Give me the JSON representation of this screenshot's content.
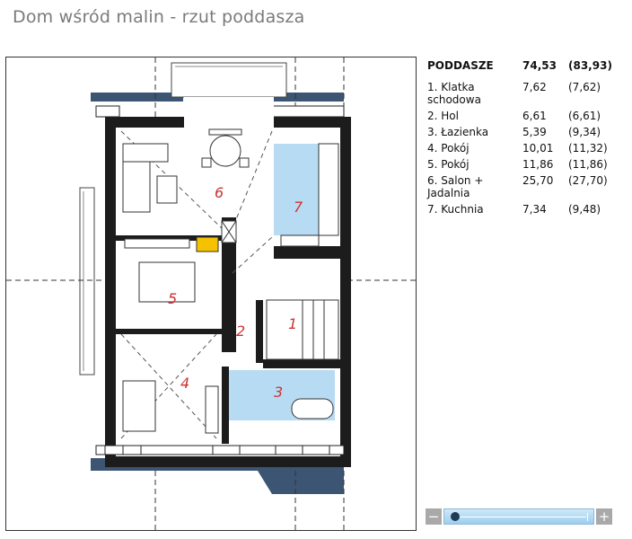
{
  "page": {
    "title": "Dom wśród malin - rzut poddasza"
  },
  "table": {
    "header": {
      "name": "PODDASZE",
      "area": "74,53",
      "total": "(83,93)"
    },
    "rooms": [
      {
        "name": "1. Klatka schodowa",
        "area": "7,62",
        "total": "(7,62)"
      },
      {
        "name": "2. Hol",
        "area": "6,61",
        "total": "(6,61)"
      },
      {
        "name": "3. Łazienka",
        "area": "5,39",
        "total": "(9,34)"
      },
      {
        "name": "4. Pokój",
        "area": "10,01",
        "total": "(11,32)"
      },
      {
        "name": "5. Pokój",
        "area": "11,86",
        "total": "(11,86)"
      },
      {
        "name": "6. Salon + Jadalnia",
        "area": "25,70",
        "total": "(27,70)"
      },
      {
        "name": "7. Kuchnia",
        "area": "7,34",
        "total": "(9,48)"
      }
    ]
  },
  "plan": {
    "room_numbers": [
      "1",
      "2",
      "3",
      "4",
      "5",
      "6",
      "7"
    ],
    "colors": {
      "wall": "#1c1c1c",
      "roof": "#3b5573",
      "tile": "#b7dbf3",
      "number": "#cc3333",
      "fireplace": "#f6c200"
    }
  },
  "zoom": {
    "minus": "−",
    "plus": "+",
    "level": 0.02
  }
}
